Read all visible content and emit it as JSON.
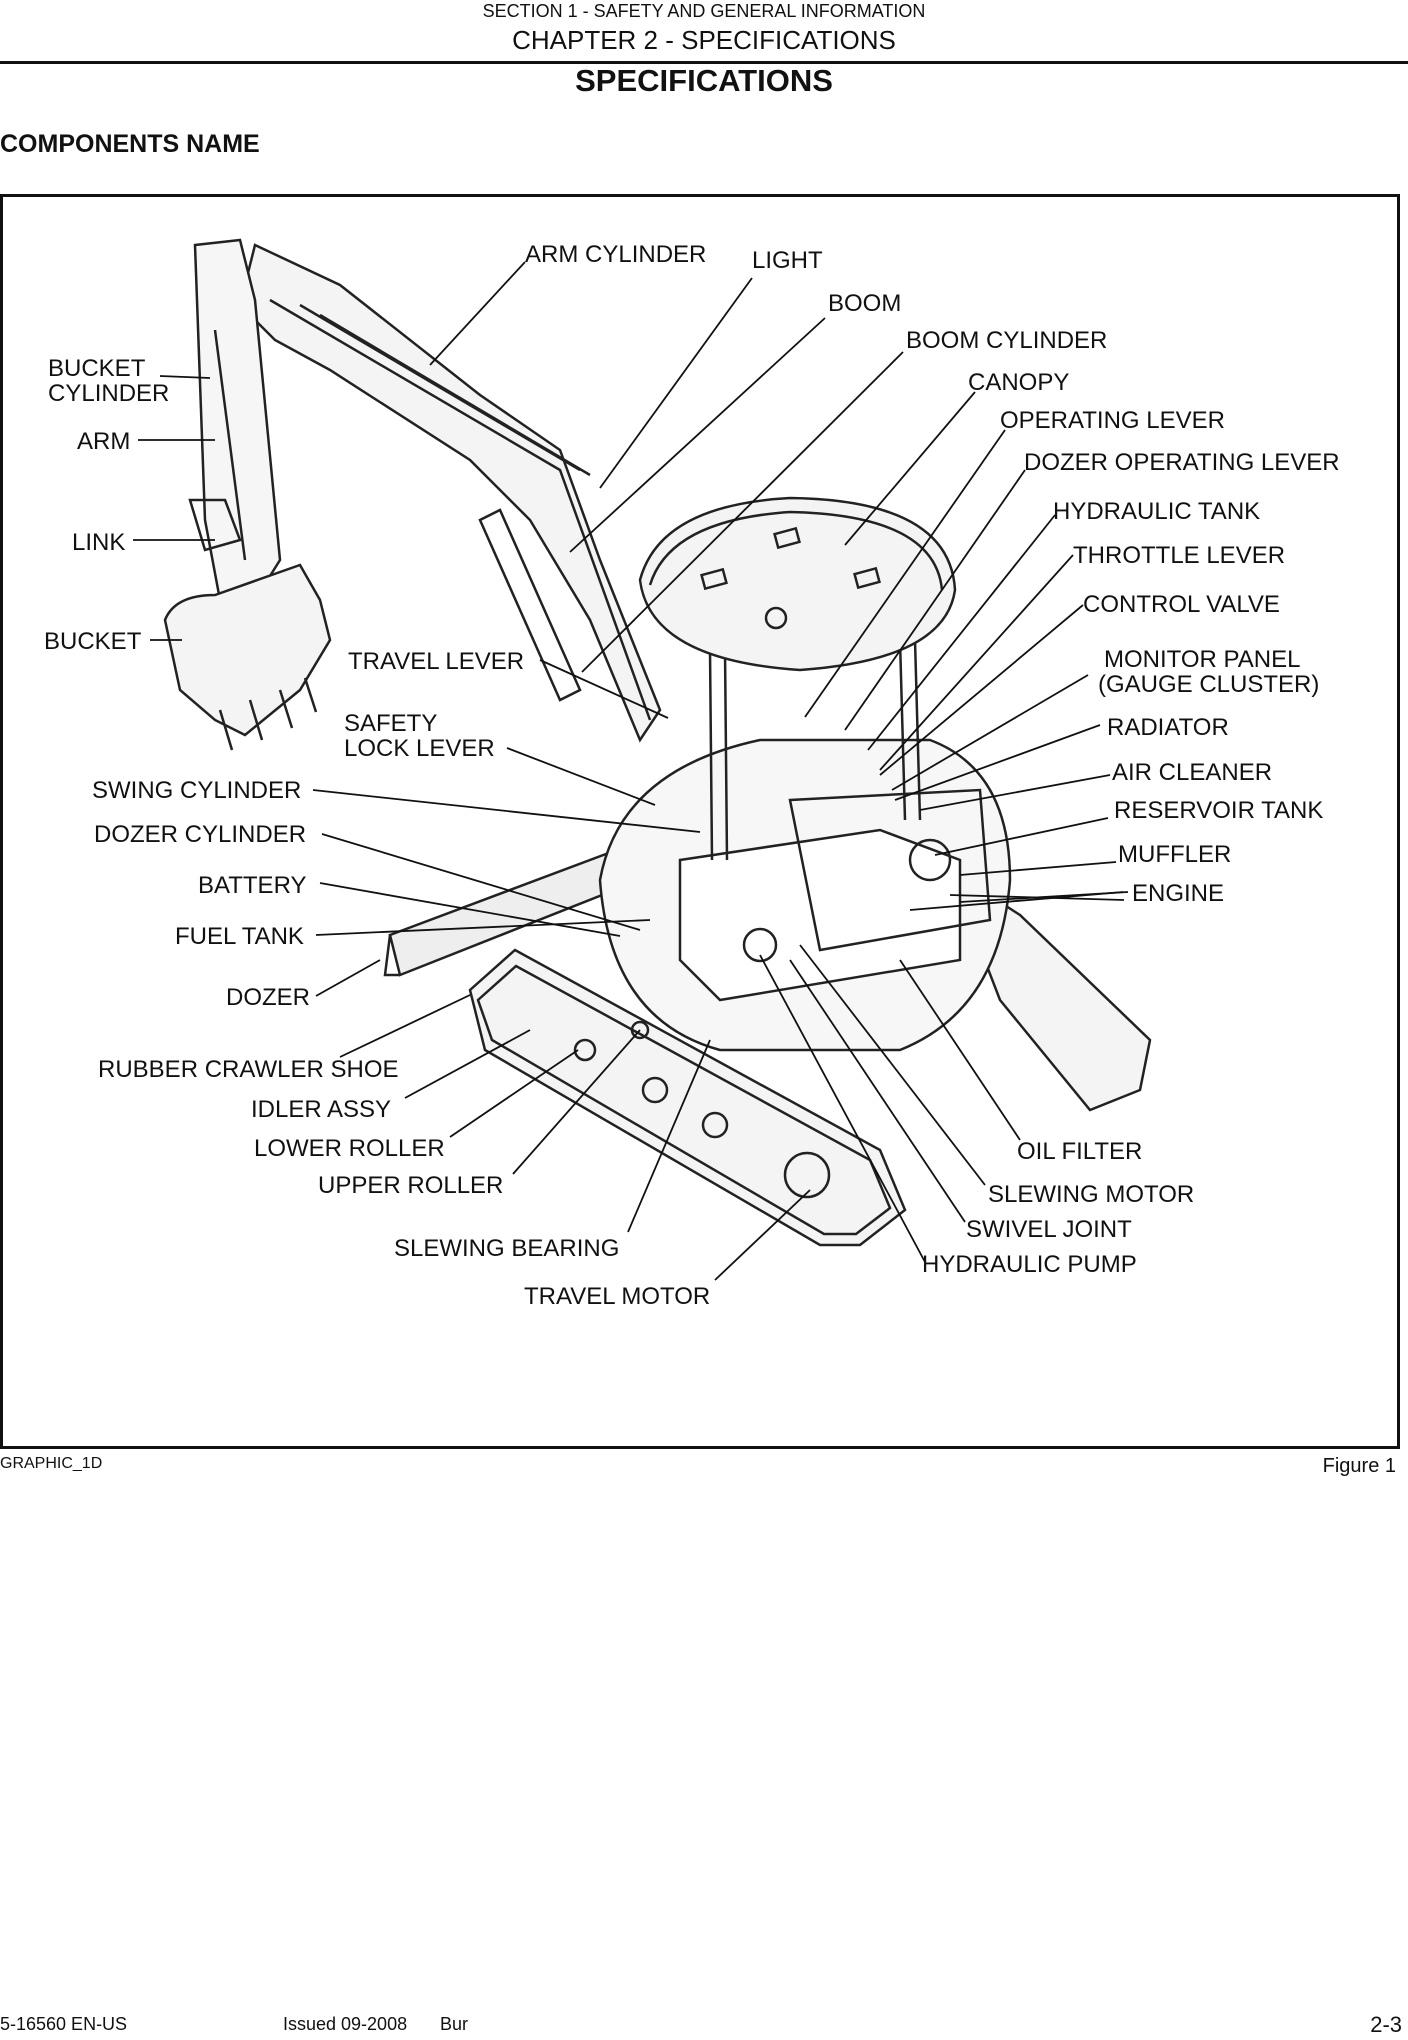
{
  "header": {
    "section": "SECTION 1 - SAFETY AND GENERAL INFORMATION",
    "chapter": "CHAPTER 2 - SPECIFICATIONS",
    "title": "SPECIFICATIONS"
  },
  "subtitle": "COMPONENTS NAME",
  "figure": {
    "labels": {
      "arm_cylinder": "ARM CYLINDER",
      "light": "LIGHT",
      "boom": "BOOM",
      "boom_cylinder": "BOOM CYLINDER",
      "canopy": "CANOPY",
      "operating_lever": "OPERATING LEVER",
      "dozer_operating_lever": "DOZER OPERATING LEVER",
      "hydraulic_tank": "HYDRAULIC TANK",
      "throttle_lever": "THROTTLE LEVER",
      "control_valve": "CONTROL VALVE",
      "monitor_panel_1": "MONITOR PANEL",
      "monitor_panel_2": "(GAUGE CLUSTER)",
      "radiator": "RADIATOR",
      "air_cleaner": "AIR CLEANER",
      "reservoir_tank": "RESERVOIR TANK",
      "muffler": "MUFFLER",
      "engine": "ENGINE",
      "bucket_cylinder_1": "BUCKET",
      "bucket_cylinder_2": "CYLINDER",
      "arm": "ARM",
      "link": "LINK",
      "bucket": "BUCKET",
      "travel_lever": "TRAVEL LEVER",
      "safety_lock_lever_1": "SAFETY",
      "safety_lock_lever_2": "LOCK LEVER",
      "swing_cylinder": "SWING CYLINDER",
      "dozer_cylinder": "DOZER CYLINDER",
      "battery": "BATTERY",
      "fuel_tank": "FUEL TANK",
      "dozer": "DOZER",
      "rubber_crawler_shoe": "RUBBER CRAWLER SHOE",
      "idler_assy": "IDLER ASSY",
      "lower_roller": "LOWER ROLLER",
      "upper_roller": "UPPER ROLLER",
      "slewing_bearing": "SLEWING BEARING",
      "travel_motor": "TRAVEL MOTOR",
      "oil_filter": "OIL FILTER",
      "slewing_motor": "SLEWING MOTOR",
      "swivel_joint": "SWIVEL JOINT",
      "hydraulic_pump": "HYDRAULIC PUMP"
    },
    "graphic_code": "GRAPHIC_1D",
    "figure_number": "Figure 1"
  },
  "footer": {
    "doc_number": "5-16560 EN-US",
    "issued": "Issued 09-2008",
    "author": "Bur",
    "page": "2-3"
  }
}
